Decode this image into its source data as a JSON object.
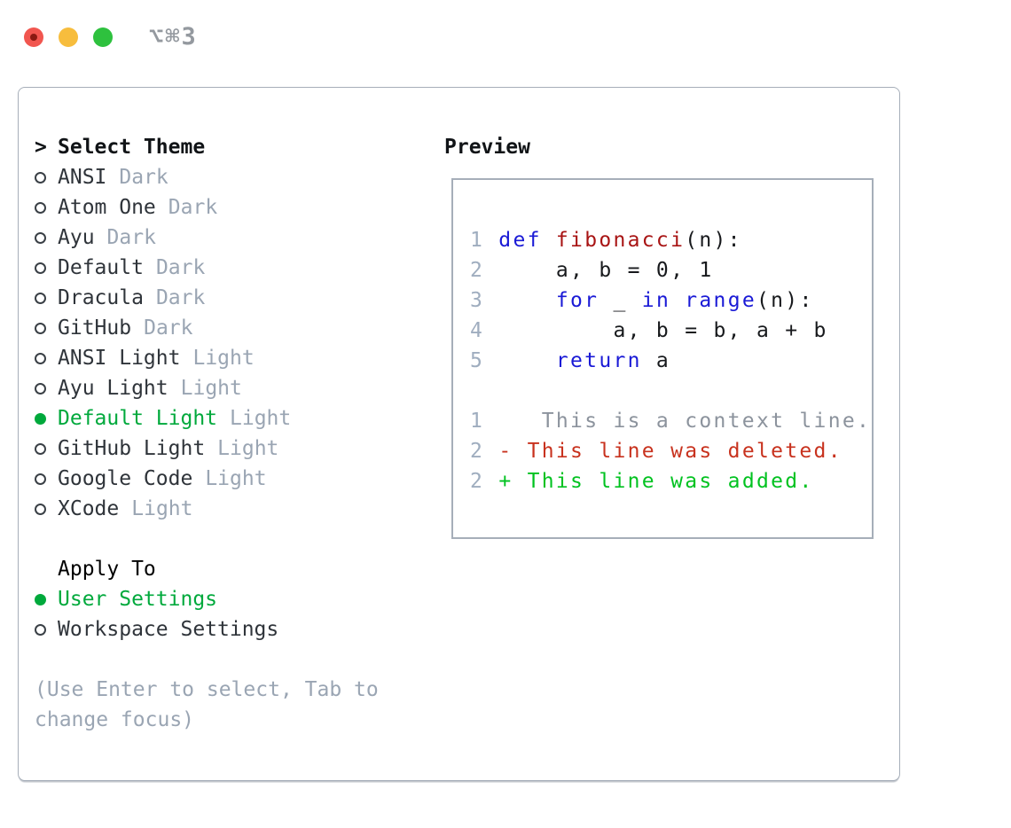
{
  "window": {
    "shortcut_label": "⌥⌘3",
    "traffic_lights": [
      {
        "name": "close",
        "color": "#f1564f",
        "dot": "#8a1a12"
      },
      {
        "name": "minimize",
        "color": "#f7bd3d"
      },
      {
        "name": "zoom",
        "color": "#2ec13e"
      }
    ]
  },
  "theme_picker": {
    "header": {
      "prefix": ">",
      "label": "Select Theme"
    },
    "items": [
      {
        "name": "ANSI",
        "variant": "Dark",
        "selected": false
      },
      {
        "name": "Atom One",
        "variant": "Dark",
        "selected": false
      },
      {
        "name": "Ayu",
        "variant": "Dark",
        "selected": false
      },
      {
        "name": "Default",
        "variant": "Dark",
        "selected": false
      },
      {
        "name": "Dracula",
        "variant": "Dark",
        "selected": false
      },
      {
        "name": "GitHub",
        "variant": "Dark",
        "selected": false
      },
      {
        "name": "ANSI Light",
        "variant": "Light",
        "selected": false
      },
      {
        "name": "Ayu Light",
        "variant": "Light",
        "selected": false
      },
      {
        "name": "Default Light",
        "variant": "Light",
        "selected": true
      },
      {
        "name": "GitHub Light",
        "variant": "Light",
        "selected": false
      },
      {
        "name": "Google Code",
        "variant": "Light",
        "selected": false
      },
      {
        "name": "XCode",
        "variant": "Light",
        "selected": false
      }
    ],
    "apply_to": {
      "label": "Apply To",
      "options": [
        {
          "name": "User Settings",
          "selected": true
        },
        {
          "name": "Workspace Settings",
          "selected": false
        }
      ]
    },
    "help_lines": [
      "(Use Enter to select, Tab to",
      "change focus)"
    ]
  },
  "preview": {
    "header": "Preview",
    "lines": [
      {
        "tokens": [
          {
            "t": "1 ",
            "c": "ln"
          },
          {
            "t": "def",
            "c": "kw"
          },
          {
            "t": " ",
            "c": "pl"
          },
          {
            "t": "fibonacci",
            "c": "fn"
          },
          {
            "t": "(n):",
            "c": "pl"
          }
        ]
      },
      {
        "tokens": [
          {
            "t": "2 ",
            "c": "ln"
          },
          {
            "t": "    a, b = 0, 1",
            "c": "pl"
          }
        ]
      },
      {
        "tokens": [
          {
            "t": "3 ",
            "c": "ln"
          },
          {
            "t": "    ",
            "c": "pl"
          },
          {
            "t": "for",
            "c": "kw"
          },
          {
            "t": " _ ",
            "c": "pl"
          },
          {
            "t": "in",
            "c": "kw"
          },
          {
            "t": " ",
            "c": "pl"
          },
          {
            "t": "range",
            "c": "kw"
          },
          {
            "t": "(n):",
            "c": "pl"
          }
        ]
      },
      {
        "tokens": [
          {
            "t": "4 ",
            "c": "ln"
          },
          {
            "t": "        a, b = b, a + b",
            "c": "pl"
          }
        ]
      },
      {
        "tokens": [
          {
            "t": "5 ",
            "c": "ln"
          },
          {
            "t": "    ",
            "c": "pl"
          },
          {
            "t": "return",
            "c": "kw"
          },
          {
            "t": " a",
            "c": "pl"
          }
        ]
      },
      {
        "tokens": []
      },
      {
        "tokens": [
          {
            "t": "1",
            "c": "ln"
          },
          {
            "t": "    ",
            "c": "pl"
          },
          {
            "t": "This is a context line.",
            "c": "ctx"
          }
        ]
      },
      {
        "tokens": [
          {
            "t": "2",
            "c": "ln"
          },
          {
            "t": " ",
            "c": "pl"
          },
          {
            "t": "- This line was deleted.",
            "c": "del"
          }
        ]
      },
      {
        "tokens": [
          {
            "t": "2",
            "c": "ln"
          },
          {
            "t": " ",
            "c": "pl"
          },
          {
            "t": "+ This line was added.",
            "c": "add"
          }
        ]
      }
    ]
  },
  "colors": {
    "selected_green": "#00a93c",
    "item_name": "#2f343a",
    "item_variant": "#9aa5b3",
    "help_text": "#9aa5b3",
    "header_text": "#111417",
    "border": "#a6aeb9",
    "code": {
      "ln": "#9fadbf",
      "pl": "#17191c",
      "kw": "#1a1ad6",
      "fn": "#a81414",
      "ctx": "#8c939d",
      "del": "#c8321e",
      "add": "#00c220"
    }
  }
}
